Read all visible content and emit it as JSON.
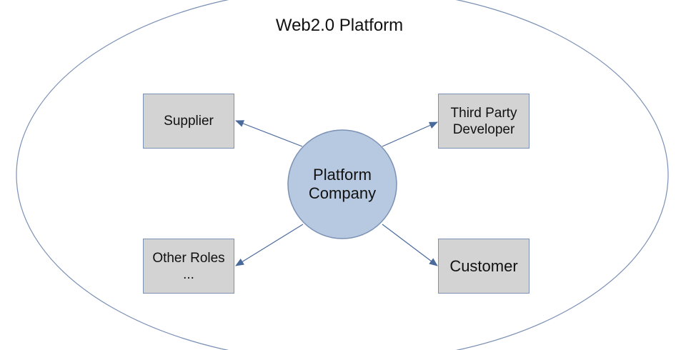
{
  "platform": {
    "title": "Web2.0 Platform"
  },
  "center": {
    "line1": "Platform",
    "line2": "Company"
  },
  "roles": {
    "supplier": "Supplier",
    "third_party_line1": "Third Party",
    "third_party_line2": "Developer",
    "other_line1": "Other Roles",
    "other_line2": "...",
    "customer": "Customer"
  },
  "colors": {
    "ellipse_stroke": "#7b90b5",
    "center_fill": "#b7c9e0",
    "center_stroke": "#7b90b5",
    "box_fill": "#d3d3d3",
    "box_stroke": "#7b90b5",
    "arrow": "#4a6a9c"
  }
}
